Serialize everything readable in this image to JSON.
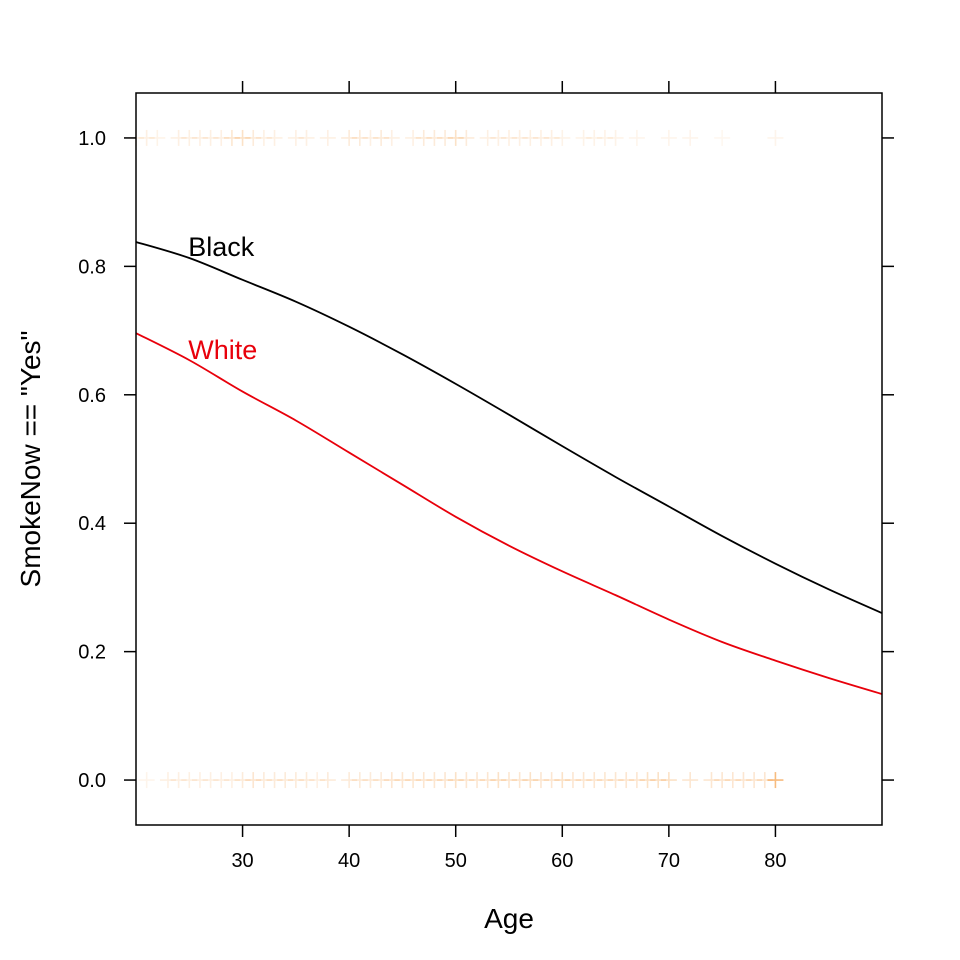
{
  "chart_data": {
    "type": "line",
    "xlabel": "Age",
    "ylabel": "SmokeNow == \"Yes\"",
    "xlim": [
      20,
      90
    ],
    "ylim": [
      -0.07,
      1.07
    ],
    "x_ticks": [
      30,
      40,
      50,
      60,
      70,
      80
    ],
    "x_tick_labels": [
      "30",
      "40",
      "50",
      "60",
      "70",
      "80"
    ],
    "y_ticks": [
      0.0,
      0.2,
      0.4,
      0.6,
      0.8,
      1.0
    ],
    "y_tick_labels": [
      "0.0",
      "0.2",
      "0.4",
      "0.6",
      "0.8",
      "1.0"
    ],
    "grid": false,
    "series": [
      {
        "name": "Black",
        "color": "#000000",
        "label_position": [
          25,
          0.83
        ],
        "x": [
          20,
          25,
          30,
          35,
          40,
          45,
          50,
          55,
          60,
          65,
          70,
          75,
          80,
          85,
          90
        ],
        "y": [
          0.838,
          0.813,
          0.779,
          0.745,
          0.706,
          0.663,
          0.617,
          0.569,
          0.52,
          0.472,
          0.426,
          0.38,
          0.337,
          0.297,
          0.26
        ]
      },
      {
        "name": "White",
        "color": "#e8000b",
        "label_position": [
          25,
          0.67
        ],
        "x": [
          20,
          25,
          30,
          35,
          40,
          45,
          50,
          55,
          60,
          65,
          70,
          75,
          80,
          85,
          90
        ],
        "y": [
          0.696,
          0.654,
          0.605,
          0.56,
          0.51,
          0.46,
          0.41,
          0.365,
          0.325,
          0.288,
          0.25,
          0.215,
          0.186,
          0.159,
          0.134
        ]
      }
    ],
    "rug_color": "#f5a04a",
    "rug": {
      "y1_ages": [
        20,
        21,
        22,
        24,
        25,
        26,
        27,
        28,
        29,
        30,
        31,
        32,
        33,
        35,
        36,
        38,
        40,
        41,
        42,
        43,
        44,
        46,
        47,
        48,
        49,
        50,
        51,
        53,
        54,
        55,
        56,
        57,
        58,
        59,
        60,
        62,
        63,
        64,
        65,
        67,
        70,
        72,
        75,
        80
      ],
      "y1_opacity": [
        0.12,
        0.15,
        0.12,
        0.15,
        0.15,
        0.15,
        0.15,
        0.15,
        0.25,
        0.3,
        0.2,
        0.15,
        0.15,
        0.15,
        0.15,
        0.15,
        0.2,
        0.2,
        0.15,
        0.2,
        0.15,
        0.15,
        0.2,
        0.2,
        0.2,
        0.3,
        0.2,
        0.15,
        0.15,
        0.15,
        0.15,
        0.15,
        0.15,
        0.15,
        0.12,
        0.12,
        0.12,
        0.12,
        0.12,
        0.1,
        0.1,
        0.1,
        0.08,
        0.1
      ],
      "y0_ages": [
        21,
        23,
        24,
        25,
        26,
        27,
        28,
        29,
        30,
        31,
        32,
        33,
        34,
        35,
        36,
        37,
        38,
        40,
        41,
        42,
        43,
        44,
        45,
        46,
        47,
        48,
        49,
        50,
        51,
        52,
        53,
        54,
        55,
        56,
        57,
        58,
        59,
        60,
        61,
        62,
        63,
        64,
        65,
        66,
        67,
        68,
        69,
        70,
        72,
        74,
        75,
        76,
        77,
        78,
        79,
        80
      ],
      "y0_opacity": [
        0.1,
        0.15,
        0.15,
        0.15,
        0.15,
        0.15,
        0.15,
        0.15,
        0.2,
        0.25,
        0.2,
        0.2,
        0.2,
        0.2,
        0.2,
        0.15,
        0.2,
        0.2,
        0.2,
        0.2,
        0.2,
        0.25,
        0.25,
        0.25,
        0.25,
        0.25,
        0.25,
        0.3,
        0.25,
        0.25,
        0.25,
        0.3,
        0.25,
        0.25,
        0.3,
        0.25,
        0.25,
        0.3,
        0.25,
        0.25,
        0.25,
        0.25,
        0.25,
        0.25,
        0.25,
        0.3,
        0.3,
        0.3,
        0.25,
        0.25,
        0.25,
        0.25,
        0.25,
        0.25,
        0.25,
        0.7
      ]
    }
  }
}
